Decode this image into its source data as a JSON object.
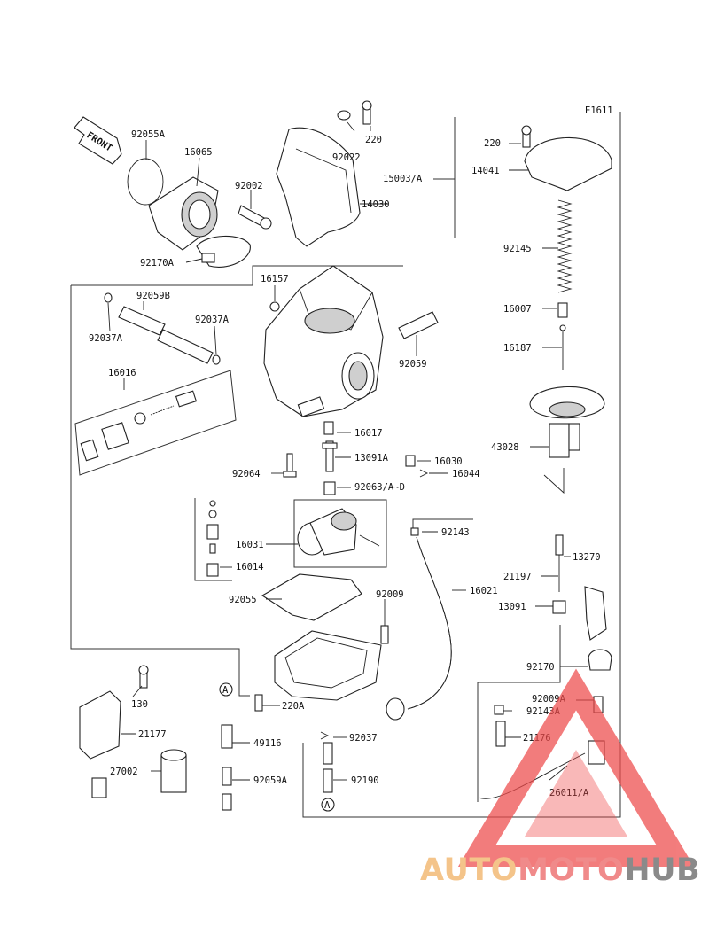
{
  "diagram": {
    "code": "E1611",
    "front_label": "FRONT",
    "part_labels": [
      {
        "id": "p92055A",
        "text": "92055A"
      },
      {
        "id": "p16065",
        "text": "16065"
      },
      {
        "id": "p92002",
        "text": "92002"
      },
      {
        "id": "p92022",
        "text": "92022"
      },
      {
        "id": "p220top",
        "text": "220"
      },
      {
        "id": "p14030",
        "text": "14030"
      },
      {
        "id": "p15003A",
        "text": "15003/A"
      },
      {
        "id": "p220right",
        "text": "220"
      },
      {
        "id": "p14041",
        "text": "14041"
      },
      {
        "id": "p92170A",
        "text": "92170A"
      },
      {
        "id": "p16157",
        "text": "16157"
      },
      {
        "id": "p92059B",
        "text": "92059B"
      },
      {
        "id": "p92037Aleft",
        "text": "92037A"
      },
      {
        "id": "p92037Amid",
        "text": "92037A"
      },
      {
        "id": "p92059",
        "text": "92059"
      },
      {
        "id": "p16016",
        "text": "16016"
      },
      {
        "id": "p92145",
        "text": "92145"
      },
      {
        "id": "p16007",
        "text": "16007"
      },
      {
        "id": "p16187",
        "text": "16187"
      },
      {
        "id": "p43028",
        "text": "43028"
      },
      {
        "id": "p16017",
        "text": "16017"
      },
      {
        "id": "p13091A",
        "text": "13091A"
      },
      {
        "id": "p16030",
        "text": "16030"
      },
      {
        "id": "p16044",
        "text": "16044"
      },
      {
        "id": "p92064",
        "text": "92064"
      },
      {
        "id": "p92063",
        "text": "92063/A~D"
      },
      {
        "id": "p92143",
        "text": "92143"
      },
      {
        "id": "p16031",
        "text": "16031"
      },
      {
        "id": "p16014",
        "text": "16014"
      },
      {
        "id": "p13270",
        "text": "13270"
      },
      {
        "id": "p21197",
        "text": "21197"
      },
      {
        "id": "p16021",
        "text": "16021"
      },
      {
        "id": "p92055",
        "text": "92055"
      },
      {
        "id": "p92009",
        "text": "92009"
      },
      {
        "id": "p13091",
        "text": "13091"
      },
      {
        "id": "p92170",
        "text": "92170"
      },
      {
        "id": "p130",
        "text": "130"
      },
      {
        "id": "p220A",
        "text": "220A"
      },
      {
        "id": "p92009A",
        "text": "92009A"
      },
      {
        "id": "p92143A",
        "text": "92143A"
      },
      {
        "id": "p21177",
        "text": "21177"
      },
      {
        "id": "p49116",
        "text": "49116"
      },
      {
        "id": "p92037",
        "text": "92037"
      },
      {
        "id": "p21176",
        "text": "21176"
      },
      {
        "id": "p27002",
        "text": "27002"
      },
      {
        "id": "p92059A",
        "text": "92059A"
      },
      {
        "id": "p92190",
        "text": "92190"
      },
      {
        "id": "p26011A",
        "text": "26011/A"
      }
    ],
    "callout_markers": [
      "A",
      "A"
    ]
  },
  "watermark": {
    "segments": [
      {
        "text": "AUTO",
        "color": "#f4c48a"
      },
      {
        "text": "MOTO",
        "color": "#f08a8a"
      },
      {
        "text": "HUB",
        "color": "#8a8a8a"
      }
    ],
    "triangle_color": "#ee4b4b"
  }
}
